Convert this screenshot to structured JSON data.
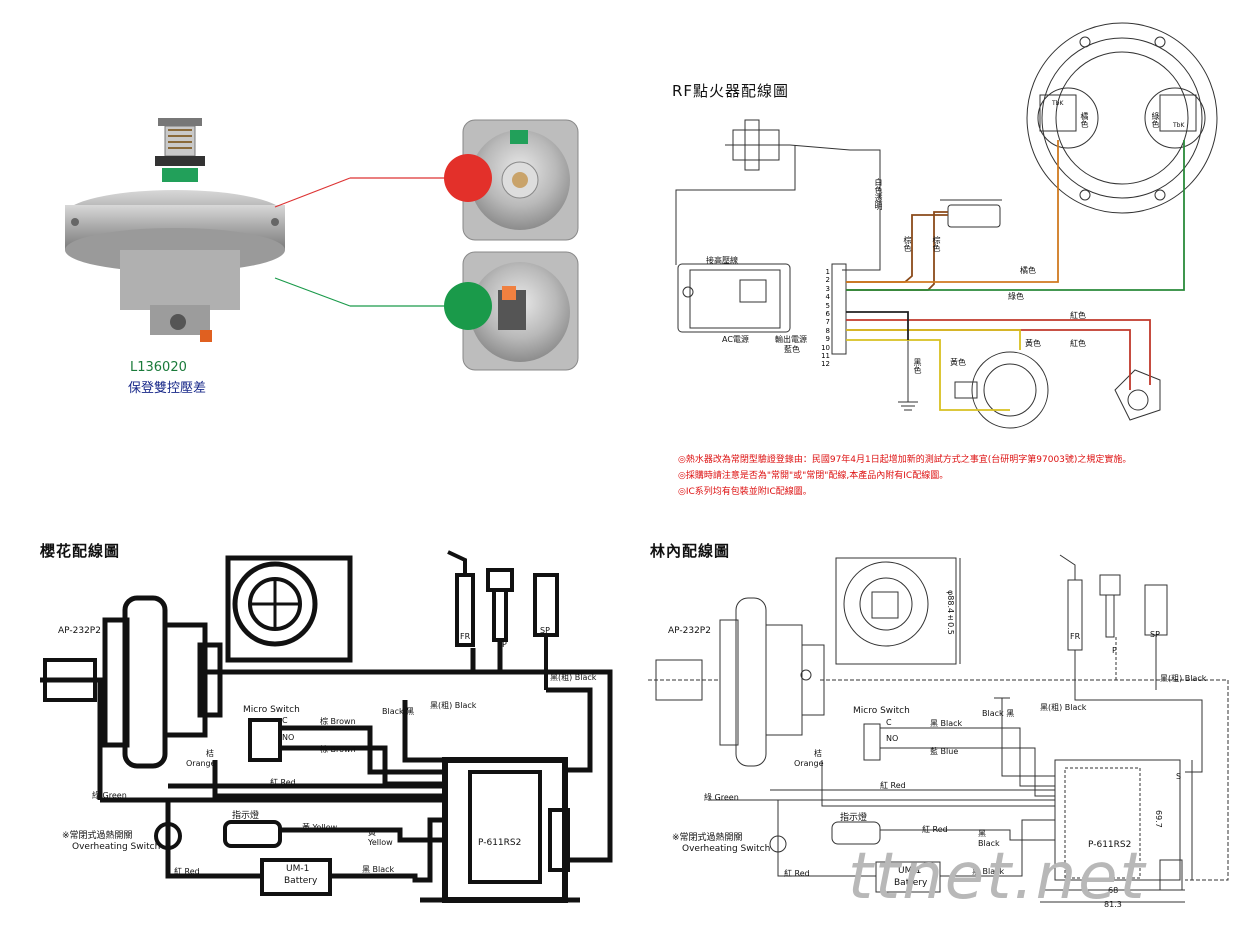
{
  "product": {
    "code": "L136020",
    "name": "保登雙控壓差"
  },
  "rf": {
    "title": "RF點火器配線圖",
    "labels": {
      "white_transparent": "白色透明",
      "brown_a": "棕色",
      "brown_b": "棕色",
      "orange": "橘色",
      "green": "綠色",
      "red_a": "紅色",
      "red_b": "紅色",
      "yellow_a": "黃色",
      "yellow_b": "黃色",
      "black": "黑色",
      "blue": "藍色",
      "ac_power": "AC電源",
      "output_power": "輸出電源",
      "high_voltage": "接高壓線",
      "orange_tag": "橘色",
      "green_tag": "綠色",
      "tbk_a": "TbK",
      "tbk_b": "TbK"
    },
    "pins": [
      "1",
      "2",
      "3",
      "4",
      "5",
      "6",
      "7",
      "8",
      "9",
      "10",
      "11",
      "12"
    ],
    "notes": [
      "◎熱水器改為常閉型驗證登錄由：民國97年4月1日起增加新的測試方式之事宜(台研明字第97003號)之規定實施。",
      "◎採購時請注意是否為\"常開\"或\"常閉\"配線,本產品內附有IC配線圖。",
      "◎IC系列均有包裝並附IC配線圖。"
    ]
  },
  "sakura": {
    "title": "櫻花配線圖",
    "model": "AP-232P2",
    "micro_switch": "Micro Switch",
    "c": "C",
    "no": "NO",
    "brown_a": "棕 Brown",
    "brown_b": "棕 Brown",
    "black_thick": "黑(粗) Black",
    "black_thick_top": "黑(粗) Black",
    "black_thin": "Black 黑",
    "orange": "桔 Orange",
    "green": "綠 Green",
    "red": "紅 Red",
    "red_bottom": "紅 Red",
    "indicator": "指示燈",
    "yellow": "黃 Yellow",
    "yellow_b": "黃 Yellow",
    "overheat_cn": "※常閉式過熱開關",
    "overheat_en": "Overheating Switch",
    "battery_model": "UM-1",
    "battery": "Battery",
    "black_batt": "黑 Black",
    "ic": "P-611RS2",
    "fr": "FR",
    "p": "P",
    "sp": "SP"
  },
  "rinnai": {
    "title": "林內配線圖",
    "model": "AP-232P2",
    "micro_switch": "Micro Switch",
    "c": "C",
    "no": "NO",
    "black_ms": "黑 Black",
    "blue": "藍 Blue",
    "black_thick": "黑(粗) Black",
    "black_thick_top": "黑(粗) Black",
    "black_thin": "Black 黑",
    "orange": "桔 Orange",
    "green": "綠 Green",
    "red": "紅 Red",
    "red_ind": "紅 Red",
    "red_bottom": "紅 Red",
    "indicator": "指示燈",
    "black_ind": "黑 Black",
    "overheat_cn": "※常閉式過熱開關",
    "overheat_en": "Overheating Switch",
    "battery_model": "UM-1",
    "battery": "Battery",
    "black_batt": "黑 Black",
    "ic": "P-611RS2",
    "dim_diam": "φ88.4±0.5",
    "dim_697": "69.7",
    "dim_68": "68",
    "dim_813": "81.3",
    "fr": "FR",
    "p": "P",
    "sp": "SP",
    "s": "S"
  },
  "watermark": "ttnet.net"
}
